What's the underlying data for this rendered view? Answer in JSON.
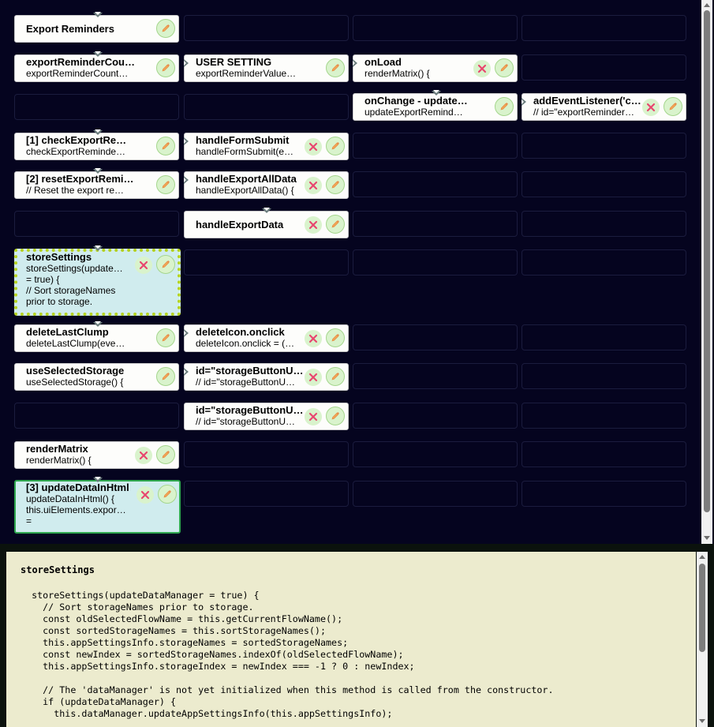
{
  "matrix": {
    "nodes": [
      {
        "id": "export-reminders",
        "title": "Export Reminders",
        "sub": "",
        "style": "plain",
        "edit": true,
        "del": false
      },
      {
        "id": "export-reminder-count",
        "title": "exportReminderCou…",
        "sub": "exportReminderCount…",
        "style": "plain",
        "edit": true,
        "del": false
      },
      {
        "id": "user-setting",
        "title": "USER SETTING",
        "sub": "exportReminderValue…",
        "style": "plain",
        "edit": true,
        "del": false
      },
      {
        "id": "on-load",
        "title": "onLoad",
        "sub": "renderMatrix() {",
        "style": "plain",
        "edit": true,
        "del": true
      },
      {
        "id": "on-change",
        "title": "onChange - updateE…",
        "sub": "updateExportRemind…",
        "style": "plain",
        "edit": true,
        "del": false
      },
      {
        "id": "add-event-listener",
        "title": "addEventListener('c…",
        "sub": "// id=\"exportReminder…",
        "style": "plain",
        "edit": true,
        "del": true
      },
      {
        "id": "check-export-reminder",
        "title": "[1] checkExportRem…",
        "sub": "checkExportReminde…",
        "style": "plain",
        "edit": true,
        "del": false
      },
      {
        "id": "handle-form-submit",
        "title": "handleFormSubmit",
        "sub": "handleFormSubmit(e…",
        "style": "plain",
        "edit": true,
        "del": true
      },
      {
        "id": "reset-export-reminder",
        "title": "[2] resetExportRemi…",
        "sub": "// Reset the export re…",
        "style": "plain",
        "edit": true,
        "del": false
      },
      {
        "id": "handle-export-all-data",
        "title": "handleExportAllData",
        "sub": "handleExportAllData() {",
        "style": "plain",
        "edit": true,
        "del": true
      },
      {
        "id": "handle-export-data",
        "title": "handleExportData",
        "sub": "",
        "style": "plain",
        "edit": true,
        "del": true
      },
      {
        "id": "store-settings",
        "title": "storeSettings",
        "sub": "storeSettings(update…\n= true) {\n// Sort storageNames\nprior to storage.",
        "style": "selected-dotted",
        "edit": true,
        "del": true
      },
      {
        "id": "delete-last-clump",
        "title": "deleteLastClump",
        "sub": "deleteLastClump(eve…",
        "style": "plain",
        "edit": true,
        "del": false
      },
      {
        "id": "delete-icon-onclick",
        "title": "deleteIcon.onclick",
        "sub": "deleteIcon.onclick = (…",
        "style": "plain",
        "edit": true,
        "del": true
      },
      {
        "id": "use-selected-storage",
        "title": "useSelectedStorage",
        "sub": "useSelectedStorage() {",
        "style": "plain",
        "edit": true,
        "del": false
      },
      {
        "id": "storage-button-u-1",
        "title": "id=\"storageButtonU…",
        "sub": "// id=\"storageButtonU…",
        "style": "plain",
        "edit": true,
        "del": true
      },
      {
        "id": "storage-button-u-2",
        "title": "id=\"storageButtonU…",
        "sub": "// id=\"storageButtonU…",
        "style": "plain",
        "edit": true,
        "del": true
      },
      {
        "id": "render-matrix",
        "title": "renderMatrix",
        "sub": "renderMatrix() {",
        "style": "plain",
        "edit": true,
        "del": true
      },
      {
        "id": "update-data-in-html",
        "title": "[3] updateDataInHtml",
        "sub": "updateDataInHtml() {\nthis.uiElements.expor…\n=",
        "style": "selected-green",
        "edit": true,
        "del": true
      }
    ]
  },
  "code": {
    "title": "storeSettings",
    "body": "  storeSettings(updateDataManager = true) {\n    // Sort storageNames prior to storage.\n    const oldSelectedFlowName = this.getCurrentFlowName();\n    const sortedStorageNames = this.sortStorageNames();\n    this.appSettingsInfo.storageNames = sortedStorageNames;\n    const newIndex = sortedStorageNames.indexOf(oldSelectedFlowName);\n    this.appSettingsInfo.storageIndex = newIndex === -1 ? 0 : newIndex;\n\n    // The 'dataManager' is not yet initialized when this method is called from the constructor.\n    if (updateDataManager) {\n      this.dataManager.updateAppSettingsInfo(this.appSettingsInfo);"
  },
  "colors": {
    "background": "#05041f",
    "node": "#fdfdfb",
    "selected": "#d0ecee",
    "dotted_border": "#b6d31e",
    "green_border": "#2fa84f",
    "code_bg": "#ecebce"
  },
  "icons": {
    "edit": "pencil-icon",
    "delete": "close-x-icon"
  }
}
